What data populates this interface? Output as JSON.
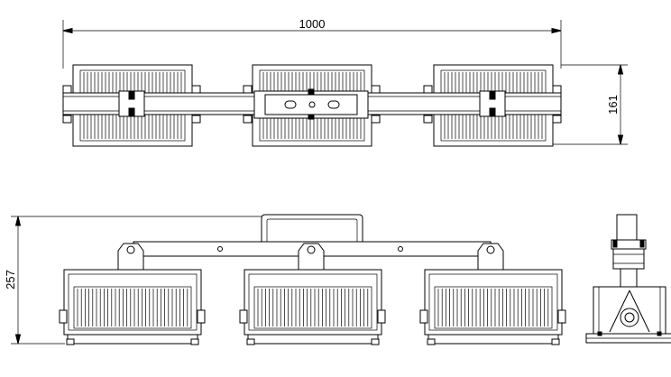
{
  "dimensions": {
    "overall_width": "1000",
    "top_view_height": "161",
    "front_view_height": "257"
  }
}
